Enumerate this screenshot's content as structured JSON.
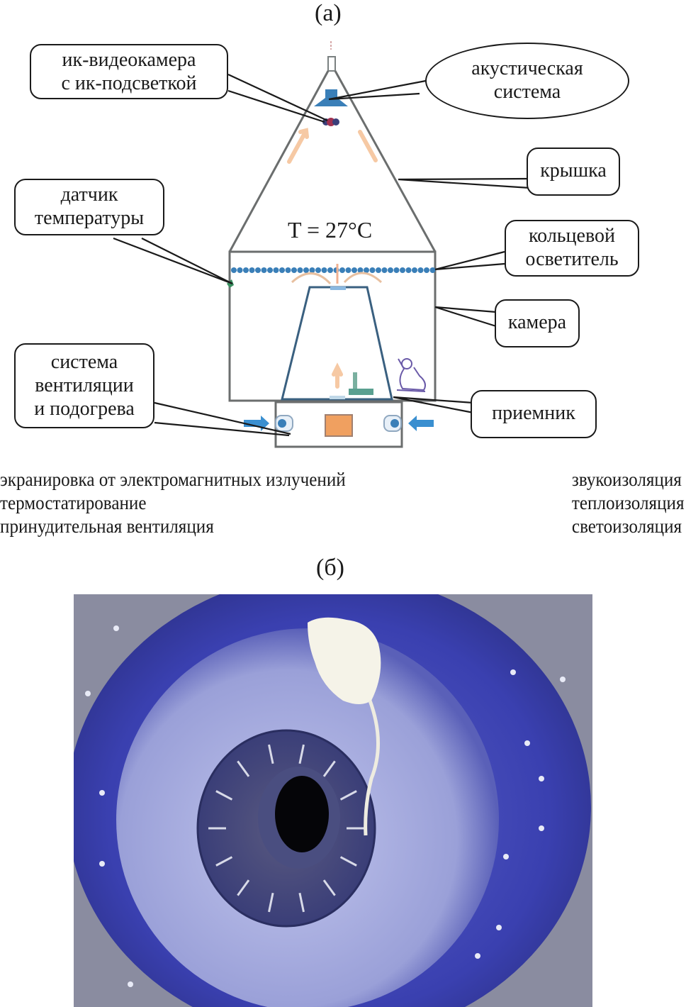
{
  "panel_a": {
    "label": "(a)",
    "temperature": "T = 27°C",
    "callouts": {
      "ir_camera": [
        "ик-видеокамера",
        "с ик-подсветкой"
      ],
      "acoustic": [
        "акустическая",
        "система"
      ],
      "lid": [
        "крышка"
      ],
      "temp_sensor": [
        "датчик",
        "температуры"
      ],
      "ring_light": [
        "кольцевой",
        "осветитель"
      ],
      "chamber": [
        "камера"
      ],
      "ventilation": [
        "система",
        "вентиляции",
        "и подогрева"
      ],
      "receiver": [
        "приемник"
      ]
    },
    "properties_left": [
      "экранировка от электромагнитных излучений",
      "термостатирование",
      "принудительная вентиляция"
    ],
    "properties_right": [
      "звукоизоляция",
      "теплоизоляция",
      "светоизоляция"
    ],
    "colors": {
      "outline": "#6b6e6e",
      "device_blue": "#3a7fb8",
      "airflow": "#f6c9a4",
      "heater": "#f0a060",
      "leader": "#1a1a1a"
    }
  },
  "panel_b": {
    "label": "(б)",
    "colors": {
      "arena_blue": "#3a3fa8",
      "floor_light": "#a8acd8",
      "rat_white": "#f5f3e8"
    }
  }
}
